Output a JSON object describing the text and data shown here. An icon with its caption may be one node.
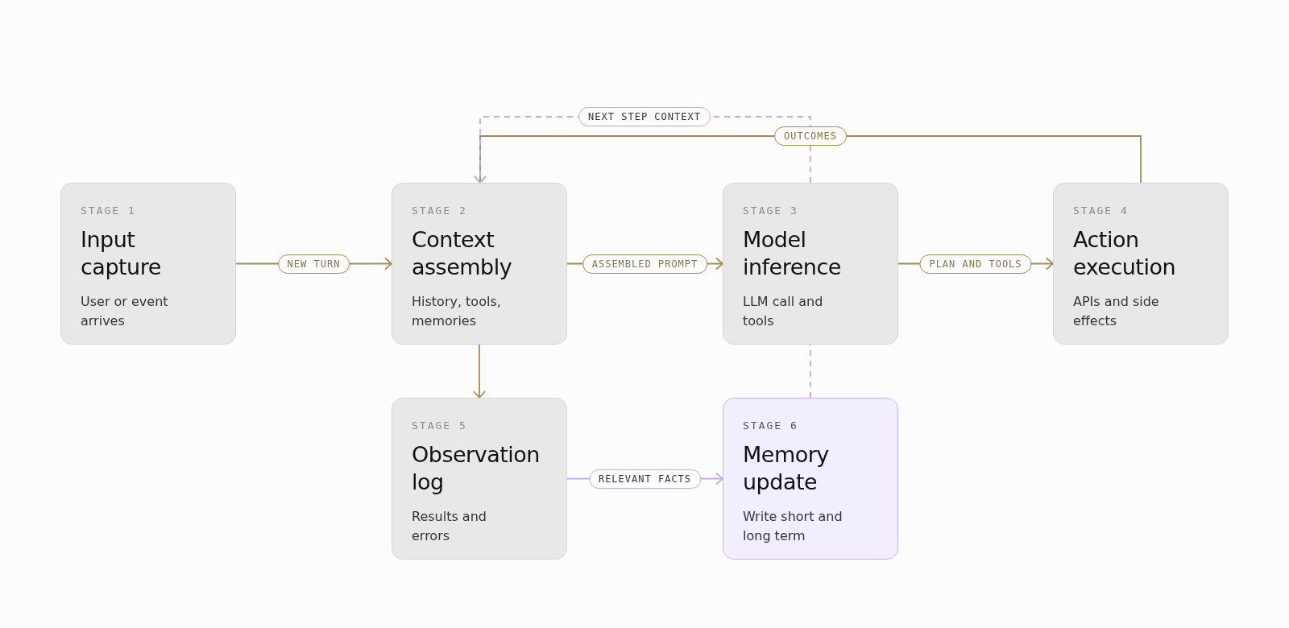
{
  "diagram": {
    "nodes": [
      {
        "text": [
          "STAGE 1",
          "Input capture",
          "User or event arrives"
        ]
      },
      {
        "text": [
          "STAGE 2",
          "Context assembly",
          "History, tools, memories"
        ]
      },
      {
        "text": [
          "STAGE 3",
          "Model inference",
          "LLM call and tools"
        ]
      },
      {
        "text": [
          "STAGE 4",
          "Action execution",
          "APIs and side effects"
        ]
      },
      {
        "text": [
          "STAGE 5",
          "Observation log",
          "Results and errors"
        ]
      },
      {
        "text": [
          "STAGE 6",
          "Memory update",
          "Write short and long term"
        ]
      }
    ],
    "edges": [
      {
        "from": 0,
        "to": 1,
        "arrow": "to",
        "label": "NEW TURN"
      },
      {
        "from": 1,
        "to": 2,
        "arrow": "to",
        "label": "ASSEMBLED PROMPT"
      },
      {
        "from": 2,
        "to": 3,
        "arrow": "to",
        "label": "PLAN AND TOOLS"
      },
      {
        "from": 3,
        "to": 1,
        "arrow": "to",
        "label": "OUTCOMES"
      },
      {
        "from": 2,
        "to": 1,
        "arrow": "to",
        "label": "NEXT STEP CONTEXT",
        "style": "dashed",
        "color": "#c4a8f7"
      },
      {
        "from": 1,
        "to": 4,
        "arrow": "to"
      },
      {
        "from": 4,
        "to": 5,
        "arrow": "to",
        "label": "RELEVANT FACTS",
        "color": "#c4a8f7"
      },
      {
        "from": 5,
        "to": 2,
        "arrow": "none",
        "style": "dashed",
        "color": "#c4a8f7"
      }
    ]
  }
}
